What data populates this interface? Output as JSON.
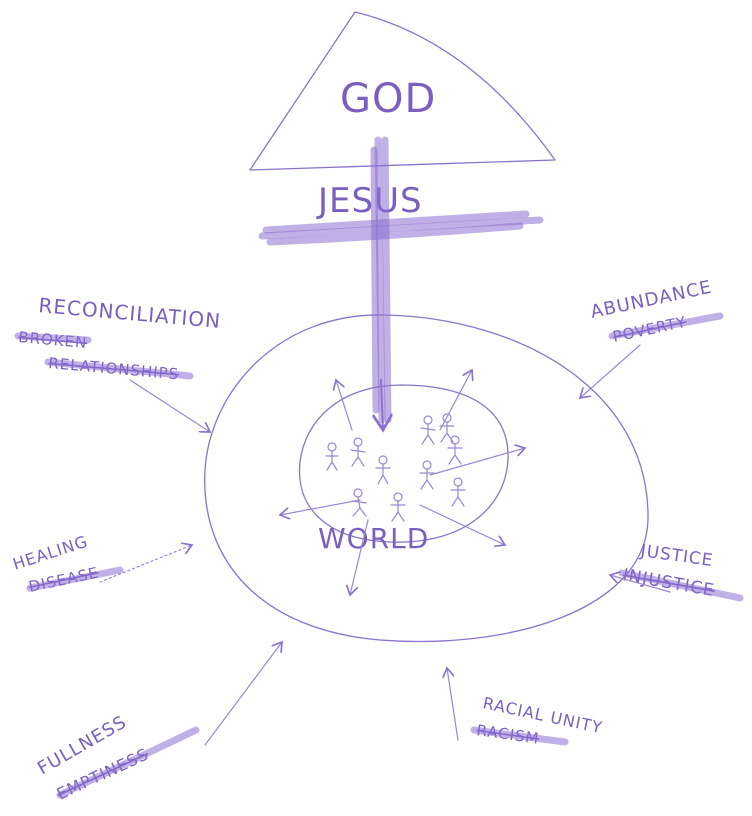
{
  "top": {
    "god": "GOD",
    "jesus": "JESUS"
  },
  "world": {
    "label": "WORLD"
  },
  "pairs": {
    "reconciliation": {
      "positive": "RECONCILIATION",
      "negative": [
        "BROKEN",
        "RELATIONSHIPS"
      ]
    },
    "abundance": {
      "positive": "ABUNDANCE",
      "negative": "POVERTY"
    },
    "healing": {
      "positive": "HEALING",
      "negative": "DISEASE"
    },
    "justice": {
      "positive": "JUSTICE",
      "negative": "INJUSTICE"
    },
    "fullness": {
      "positive": "FULLNESS",
      "negative": "EMPTINESS"
    },
    "racial_unity": {
      "positive": "RACIAL UNITY",
      "negative": "RACISM"
    }
  },
  "colors": {
    "ink": "#8b72cc",
    "scribble": "#8a6fd0",
    "background": "#ffffff"
  }
}
